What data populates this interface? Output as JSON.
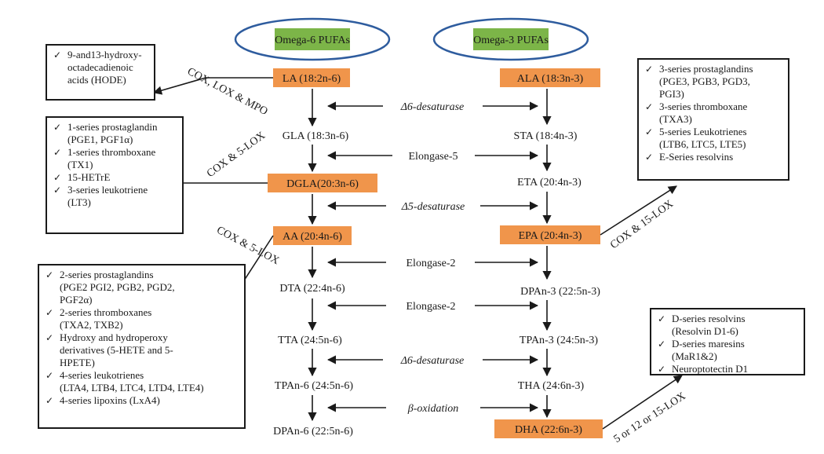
{
  "headers": {
    "omega6": "Omega-6 PUFAs",
    "omega3": "Omega-3 PUFAs"
  },
  "colors": {
    "header_fill": "#7cb548",
    "ellipse_stroke": "#2e5c9e",
    "node_fill": "#f0954b"
  },
  "omega6": {
    "la": "LA (18:2n-6)",
    "gla": "GLA (18:3n-6)",
    "dgla": "DGLA(20:3n-6)",
    "aa": "AA (20:4n-6)",
    "dta": "DTA (22:4n-6)",
    "tta": "TTA (24:5n-6)",
    "tpa": "TPAn-6 (24:5n-6)",
    "dpa": "DPAn-6 (22:5n-6)"
  },
  "omega3": {
    "ala": "ALA (18:3n-3)",
    "sta": "STA (18:4n-3)",
    "eta": "ETA (20:4n-3)",
    "epa": "EPA (20:4n-3)",
    "dpa": "DPAn-3 (22:5n-3)",
    "tpa": "TPAn-3 (24:5n-3)",
    "tha": "THA (24:6n-3)",
    "dha": "DHA (22:6n-3)"
  },
  "enzymes": {
    "d6": "Δ6-desaturase",
    "elo5": "Elongase-5",
    "d5": "Δ5-desaturase",
    "elo2a": "Elongase-2",
    "elo2b": "Elongase-2",
    "d6b": "Δ6-desaturase",
    "beta": "β-oxidation"
  },
  "pathway_labels": {
    "la": "COX, LOX & MPO",
    "dgla": "COX & 5-LOX",
    "aa": "COX & 5-LOX",
    "epa": "COX & 15-LOX",
    "dha": "5 or 12 or 15-LOX"
  },
  "check": "✓",
  "boxes": {
    "hode": [
      [
        "9-and13-hydroxy-",
        "octadecadienoic",
        "acids (HODE)"
      ]
    ],
    "dgla": [
      [
        "1-series prostaglandin",
        "(PGE1, PGF1α)"
      ],
      [
        "1-series thromboxane",
        "(TX1)"
      ],
      [
        "15-HETrE"
      ],
      [
        "3-series leukotriene",
        "(LT3)"
      ]
    ],
    "aa": [
      [
        "2-series prostaglandins",
        "(PGE2 PGI2, PGB2, PGD2,",
        "PGF2α)"
      ],
      [
        "2-series thromboxanes",
        "(TXA2, TXB2)"
      ],
      [
        "Hydroxy and hydroperoxy",
        "derivatives (5-HETE and 5-",
        "HPETE)"
      ],
      [
        "4-series leukotrienes",
        "(LTA4, LTB4, LTC4, LTD4, LTE4)"
      ],
      [
        "4-series lipoxins (LxA4)"
      ]
    ],
    "epa": [
      [
        "3-series prostaglandins",
        "(PGE3, PGB3, PGD3,",
        "PGI3)"
      ],
      [
        "3-series thromboxane",
        "(TXA3)"
      ],
      [
        "5-series Leukotrienes",
        "(LTB6, LTC5, LTE5)"
      ],
      [
        "E-Series resolvins"
      ]
    ],
    "dha": [
      [
        "D-series resolvins",
        "(Resolvin D1-6)"
      ],
      [
        "D-series maresins",
        "(MaR1&2)"
      ],
      [
        "Neuroptotectin D1"
      ]
    ]
  }
}
